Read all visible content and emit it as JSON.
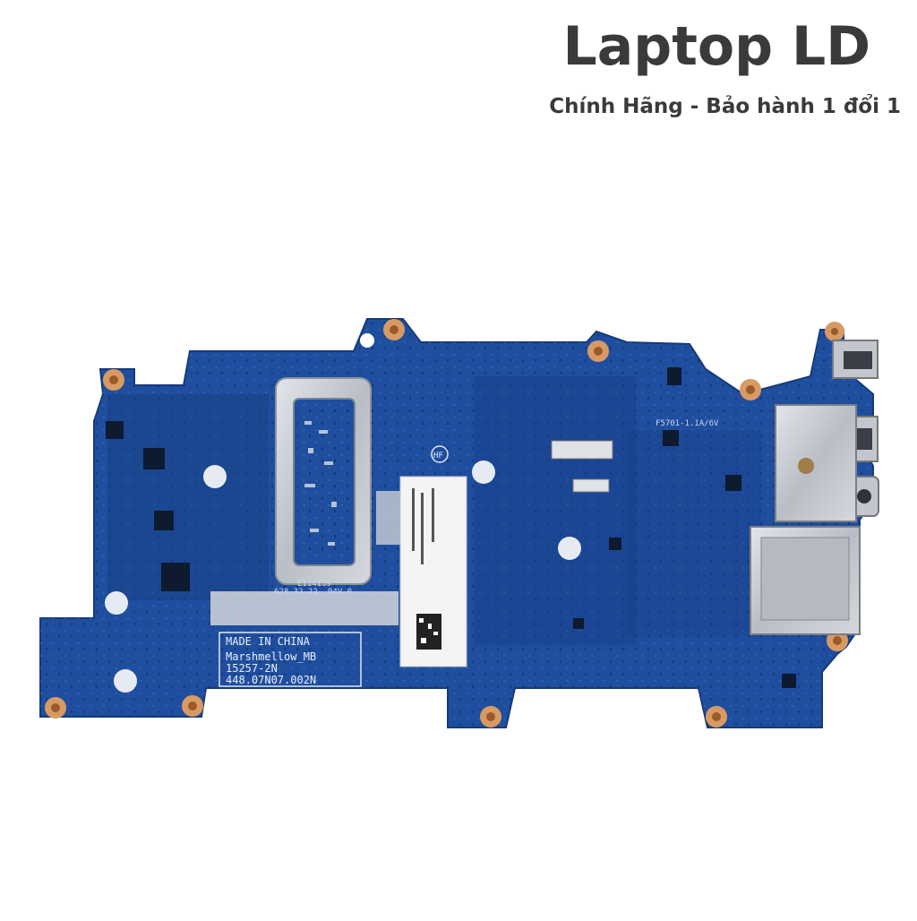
{
  "brand": {
    "title": "Laptop LD",
    "subtitle": "Chính Hãng - Bảo hành 1 đổi 1"
  },
  "board": {
    "silkscreen": {
      "made_in": "MADE IN CHINA",
      "model": "Marshmellow_MB",
      "part": "15257-2N",
      "pn": "448.07N07.002N",
      "date": "628-32-22",
      "rating": "94V-0",
      "cert": "E114139",
      "fuse": "F5701-1.1A/6V",
      "hf": "HF"
    },
    "colors": {
      "pcb": "#1f4e9e",
      "pcb_dark": "#173f85",
      "metal": "#c9cdd3",
      "pad": "#d89a63",
      "label": "#f4f4f4"
    }
  }
}
